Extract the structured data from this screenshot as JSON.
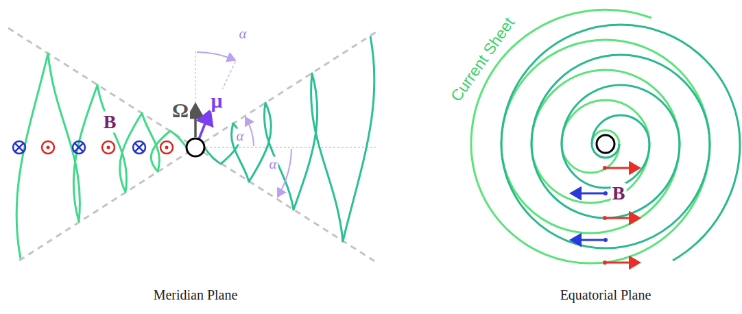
{
  "diagram": {
    "labels": [
      "α",
      "Ω",
      "μ",
      "B",
      "α",
      "α",
      "Current Sheet",
      "B",
      "Meridian Plane",
      "Equatorial Plane"
    ]
  }
}
